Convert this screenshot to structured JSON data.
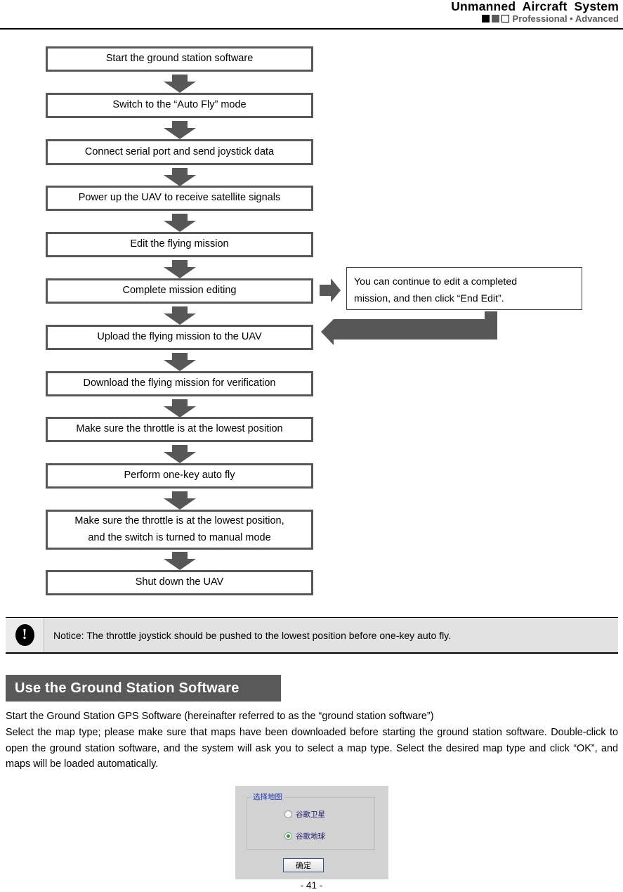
{
  "header": {
    "title": "Unmanned Aircraft System",
    "badges": [
      "square-black",
      "square-gray",
      "square-white-outline"
    ],
    "subtitle": "Professional • Advanced"
  },
  "flowchart": {
    "steps": [
      {
        "label": "Start the ground station software"
      },
      {
        "label": "Switch to the “Auto Fly” mode"
      },
      {
        "label": "Connect serial port and send joystick data"
      },
      {
        "label": "Power up the UAV to receive satellite signals"
      },
      {
        "label": "Edit the flying mission"
      },
      {
        "label": "Complete mission editing"
      },
      {
        "label": "Upload the flying mission to the UAV"
      },
      {
        "label": "Download the flying mission for verification"
      },
      {
        "label": "Make sure the throttle is at the lowest position"
      },
      {
        "label": "Perform one-key auto fly"
      },
      {
        "label": "Make sure the throttle is at the lowest position,",
        "label2": "and the switch is turned to manual mode"
      },
      {
        "label": "Shut down the UAV"
      }
    ],
    "note": {
      "line1": "You can continue to edit a completed",
      "line2": "mission, and then click “End Edit”."
    }
  },
  "notice": {
    "icon": "exclamation-icon",
    "text": "Notice: The throttle joystick should be pushed to the lowest position before one-key auto fly."
  },
  "section": {
    "heading": "Use the Ground Station Software"
  },
  "body": {
    "paragraph1": "Start the Ground Station GPS Software (hereinafter referred to as the “ground station software”)",
    "paragraph2": "Select the map type; please make sure that maps have been downloaded before starting the ground station software. Double-click to open the ground station software, and the system will ask you to select a map type. Select the desired map type and click “OK”, and maps will be loaded automatically."
  },
  "dialog": {
    "group_label": "选择地图",
    "options": [
      {
        "label": "谷歌卫星",
        "selected": false
      },
      {
        "label": "谷歌地球",
        "selected": true
      }
    ],
    "ok_button": "确定"
  },
  "footer": {
    "page_number": "- 41 -"
  },
  "colors": {
    "box_border": "#575757",
    "arrow": "#575757",
    "section_bar": "#595959",
    "notice_bg": "#e2e2e2",
    "radio_selected": "#1faa1f"
  }
}
